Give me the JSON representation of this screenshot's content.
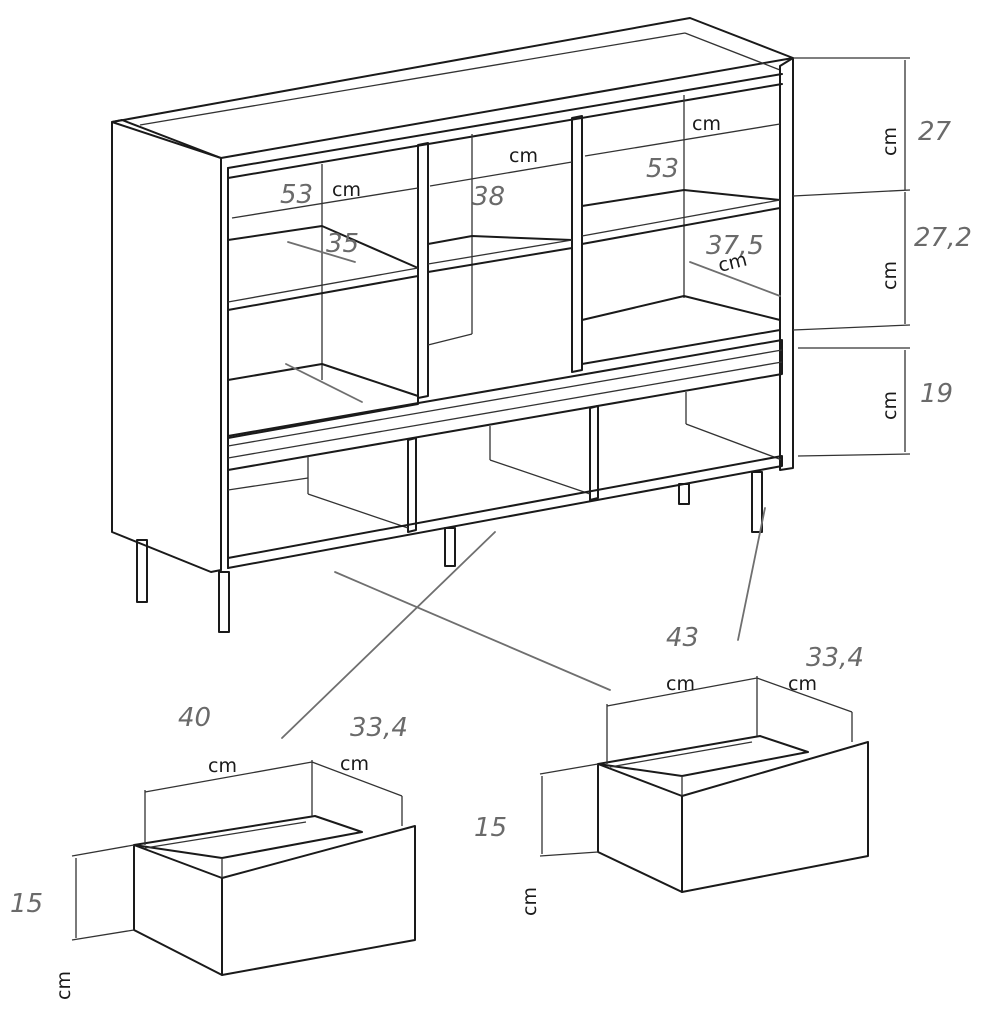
{
  "unit": "cm",
  "cabinet": {
    "top_compartment_height": "27",
    "middle_compartment_height": "27,2",
    "drawer_section_height": "19",
    "left_opening_width": "53",
    "center_opening_width": "38",
    "right_opening_width": "53",
    "left_shelf_depth": "35",
    "right_shelf_depth": "37,5"
  },
  "drawer_left": {
    "width": "40",
    "depth": "33,4",
    "height": "15"
  },
  "drawer_right": {
    "width": "43",
    "depth": "33,4",
    "height": "15"
  },
  "colors": {
    "line": "#1a1a1a",
    "handwriting": "#6a6a6a"
  }
}
